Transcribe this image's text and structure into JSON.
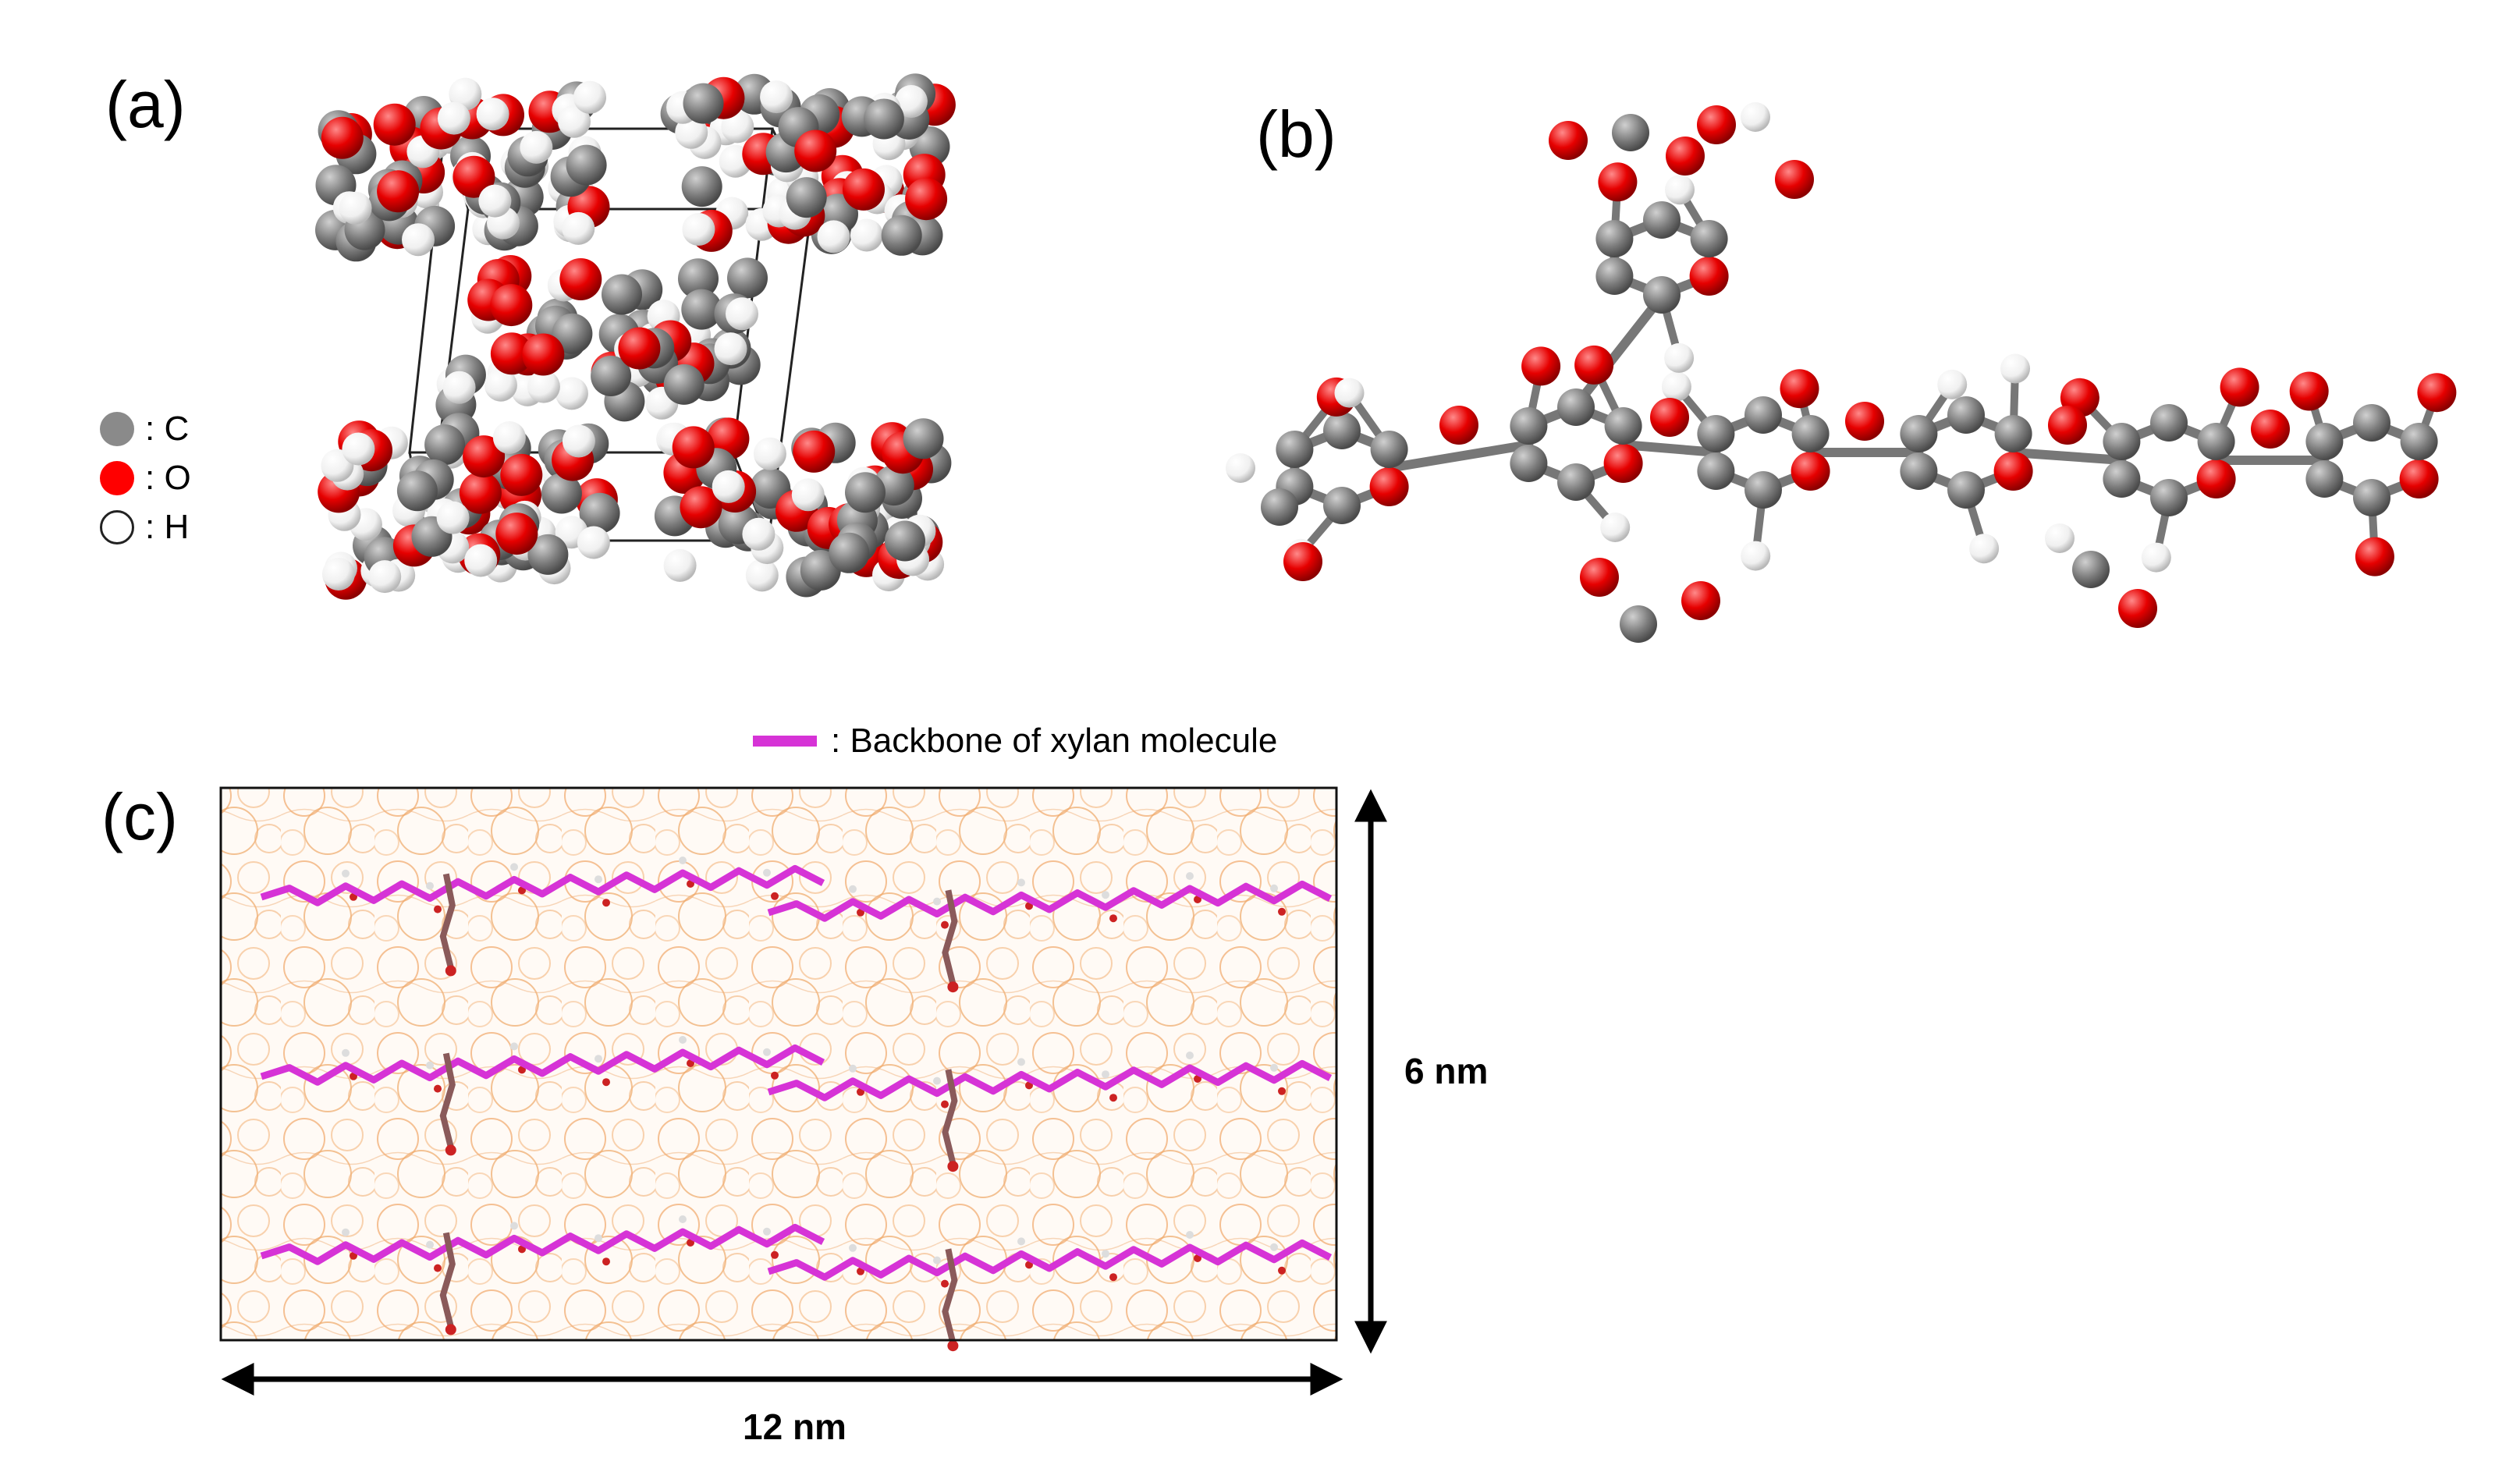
{
  "panels": {
    "a": "(a)",
    "b": "(b)",
    "c": "(c)"
  },
  "atom_legend": [
    {
      "symbol": ": C",
      "color": "#8a8a8a"
    },
    {
      "symbol": ": O",
      "color": "#ff0000"
    },
    {
      "symbol": ": H",
      "color": "#ffffff"
    }
  ],
  "backbone_legend": {
    "label": ": Backbone of xylan molecule",
    "color": "#d633d6"
  },
  "dimensions": {
    "height_label": "6 nm",
    "width_label": "12 nm"
  },
  "colors": {
    "carbon": "#7a7a7a",
    "oxygen": "#e60000",
    "hydrogen": "#f2f2f2",
    "matrix": "#f2b27a",
    "bond": "#777777"
  }
}
